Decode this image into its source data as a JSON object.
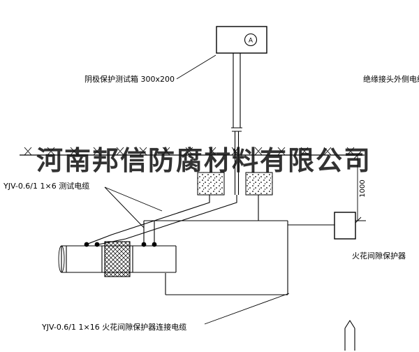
{
  "style": {
    "ink": "#000000",
    "background": "#ffffff",
    "watermark_color": "#161616"
  },
  "labels": {
    "test_box": "阴极保护测试箱 300x200",
    "right_top_cable": "绝缘接头外侧电缆",
    "test_cable": "YJV-0.6/1 1×6  测试电缆",
    "spark_gap": "火花间隙保护器",
    "bottom_cable": "YJV-0.6/1 1×16  火花间隙保护器连接电缆",
    "dimension": "1000",
    "ammeter": "A"
  },
  "watermark": {
    "text": "河南邦信防腐材料有限公司"
  }
}
